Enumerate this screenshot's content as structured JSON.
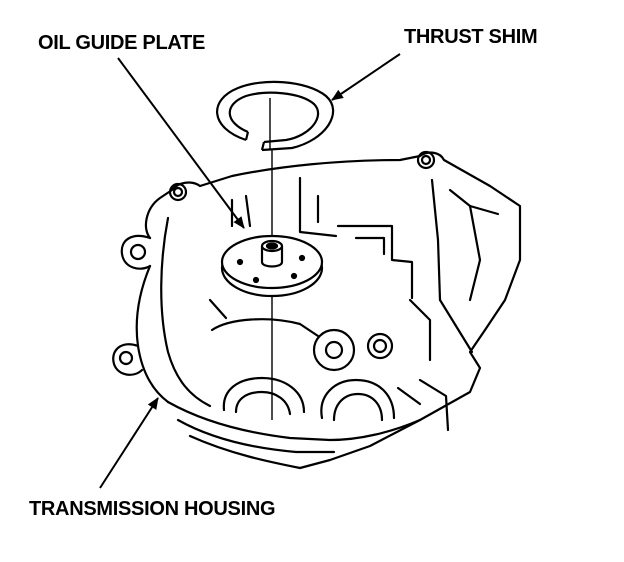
{
  "labels": {
    "oil_guide_plate": "OIL GUIDE PLATE",
    "thrust_shim": "THRUST SHIM",
    "transmission_housing": "TRANSMISSION HOUSING"
  },
  "colors": {
    "ink": "#000000",
    "paper": "#ffffff"
  }
}
